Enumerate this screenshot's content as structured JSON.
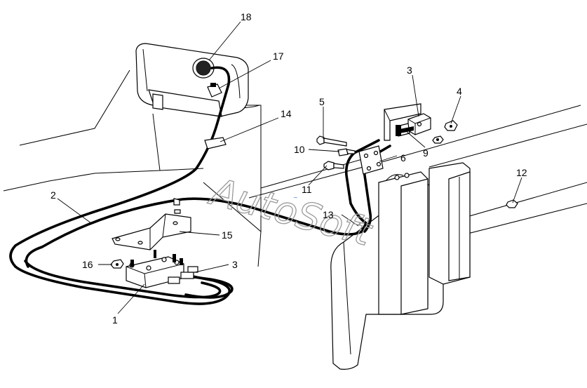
{
  "watermark": "AutoSoft",
  "callouts": [
    {
      "id": "c18",
      "label": "18"
    },
    {
      "id": "c17",
      "label": "17"
    },
    {
      "id": "c14",
      "label": "14"
    },
    {
      "id": "c2",
      "label": "2"
    },
    {
      "id": "c3a",
      "label": "3"
    },
    {
      "id": "c4",
      "label": "4"
    },
    {
      "id": "c5",
      "label": "5"
    },
    {
      "id": "c10",
      "label": "10"
    },
    {
      "id": "c9",
      "label": "9"
    },
    {
      "id": "c6",
      "label": "6"
    },
    {
      "id": "c11",
      "label": "11"
    },
    {
      "id": "c13",
      "label": "13"
    },
    {
      "id": "c12",
      "label": "12"
    },
    {
      "id": "c15",
      "label": "15"
    },
    {
      "id": "c16",
      "label": "16"
    },
    {
      "id": "c3b",
      "label": "3"
    },
    {
      "id": "c1",
      "label": "1"
    }
  ]
}
